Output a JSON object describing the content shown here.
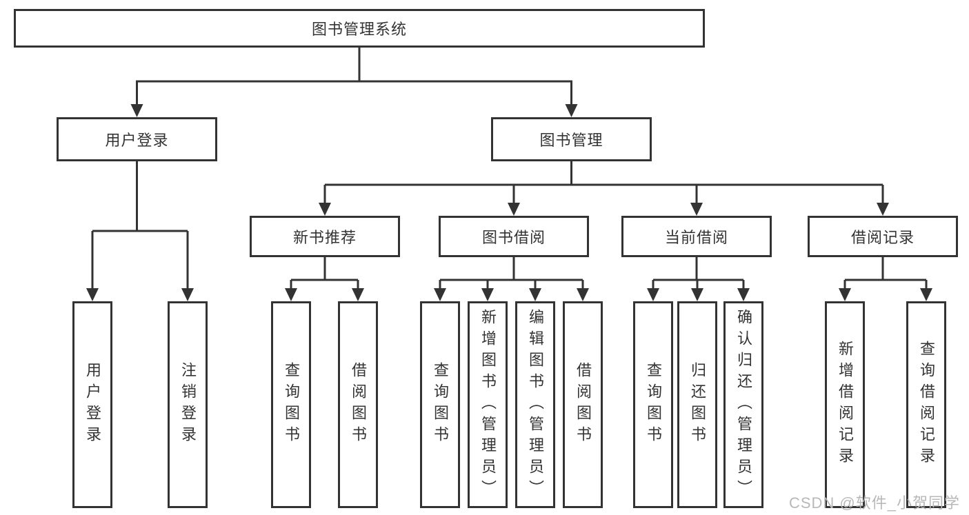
{
  "diagram": {
    "root": {
      "label": "图书管理系统"
    },
    "level2": [
      {
        "label": "用户登录",
        "leaves": [
          {
            "label": "用户登录"
          },
          {
            "label": "注销登录"
          }
        ]
      },
      {
        "label": "图书管理",
        "groups": [
          {
            "label": "新书推荐",
            "leaves": [
              {
                "label": "查询图书"
              },
              {
                "label": "借阅图书"
              }
            ]
          },
          {
            "label": "图书借阅",
            "leaves": [
              {
                "label": "查询图书"
              },
              {
                "label": "新增图书（管理员）"
              },
              {
                "label": "编辑图书（管理员）"
              },
              {
                "label": "借阅图书"
              }
            ]
          },
          {
            "label": "当前借阅",
            "leaves": [
              {
                "label": "查询图书"
              },
              {
                "label": "归还图书"
              },
              {
                "label": "确认归还（管理员）"
              }
            ]
          },
          {
            "label": "借阅记录",
            "leaves": [
              {
                "label": "新增借阅记录"
              },
              {
                "label": "查询借阅记录"
              }
            ]
          }
        ]
      }
    ]
  },
  "watermark": {
    "text": "CSDN @软件_小贺同学"
  },
  "colors": {
    "line": "#333333",
    "box_border": "#333333",
    "box_fill": "#ffffff",
    "text": "#333333",
    "watermark": "#b8b8b8",
    "background": "#ffffff"
  }
}
